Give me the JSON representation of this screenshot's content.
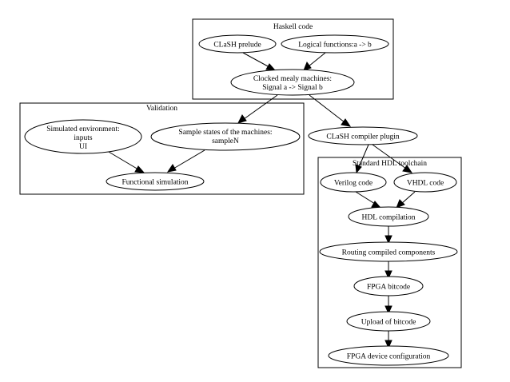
{
  "clusters": {
    "haskell": {
      "label": "Haskell code"
    },
    "validation": {
      "label": "Validation"
    },
    "hdl": {
      "label": "Standard HDL toolchain"
    }
  },
  "nodes": {
    "clash_prelude": {
      "lines": [
        "CLaSH prelude"
      ]
    },
    "logical_functions": {
      "lines": [
        "Logical functions:a -> b"
      ]
    },
    "mealy": {
      "lines": [
        "Clocked mealy machines:",
        "Signal a -> Signal b"
      ]
    },
    "sim_env": {
      "lines": [
        "Simulated environment:",
        "inputs",
        "UI"
      ]
    },
    "sample_states": {
      "lines": [
        "Sample states of the machines:",
        "sampleN"
      ]
    },
    "functional_sim": {
      "lines": [
        "Functional simulation"
      ]
    },
    "compiler_plugin": {
      "lines": [
        "CLaSH compiler plugin"
      ]
    },
    "verilog": {
      "lines": [
        "Verilog code"
      ]
    },
    "vhdl": {
      "lines": [
        "VHDL code"
      ]
    },
    "hdl_compilation": {
      "lines": [
        "HDL compilation"
      ]
    },
    "routing": {
      "lines": [
        "Routing compiled components"
      ]
    },
    "fpga_bitcode": {
      "lines": [
        "FPGA bitcode"
      ]
    },
    "upload": {
      "lines": [
        "Upload of bitcode"
      ]
    },
    "fpga_config": {
      "lines": [
        "FPGA device configuration"
      ]
    }
  },
  "edges": [
    {
      "from": "clash_prelude",
      "to": "mealy"
    },
    {
      "from": "logical_functions",
      "to": "mealy"
    },
    {
      "from": "mealy",
      "to": "sample_states"
    },
    {
      "from": "mealy",
      "to": "compiler_plugin"
    },
    {
      "from": "sim_env",
      "to": "functional_sim"
    },
    {
      "from": "sample_states",
      "to": "functional_sim"
    },
    {
      "from": "compiler_plugin",
      "to": "verilog"
    },
    {
      "from": "compiler_plugin",
      "to": "vhdl"
    },
    {
      "from": "verilog",
      "to": "hdl_compilation"
    },
    {
      "from": "vhdl",
      "to": "hdl_compilation"
    },
    {
      "from": "hdl_compilation",
      "to": "routing"
    },
    {
      "from": "routing",
      "to": "fpga_bitcode"
    },
    {
      "from": "fpga_bitcode",
      "to": "upload"
    },
    {
      "from": "upload",
      "to": "fpga_config"
    }
  ]
}
